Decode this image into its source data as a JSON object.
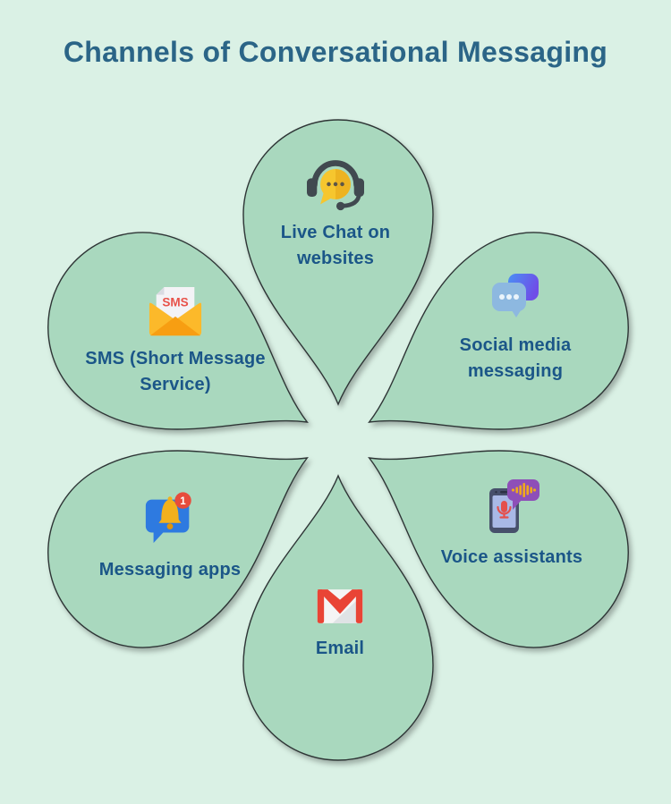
{
  "title": "Channels of Conversational Messaging",
  "colors": {
    "background": "#daf1e5",
    "petal_fill": "#a9d8be",
    "petal_outline": "#2d3436",
    "title_text": "#2b6587",
    "label_text": "#1b5688"
  },
  "petals": [
    {
      "id": "live-chat",
      "label": "Live Chat on websites",
      "icon": "headset-chat-icon"
    },
    {
      "id": "sms",
      "label": "SMS (Short Message Service)",
      "icon": "sms-envelope-icon",
      "icon_text": "SMS"
    },
    {
      "id": "social-media",
      "label": "Social media messaging",
      "icon": "chat-bubbles-icon"
    },
    {
      "id": "messaging-apps",
      "label": "Messaging apps",
      "icon": "bell-chat-bubble-icon",
      "badge_count": "1"
    },
    {
      "id": "voice-assistants",
      "label": "Voice assistants",
      "icon": "phone-voice-bubble-icon"
    },
    {
      "id": "email",
      "label": "Email",
      "icon": "gmail-icon"
    }
  ]
}
